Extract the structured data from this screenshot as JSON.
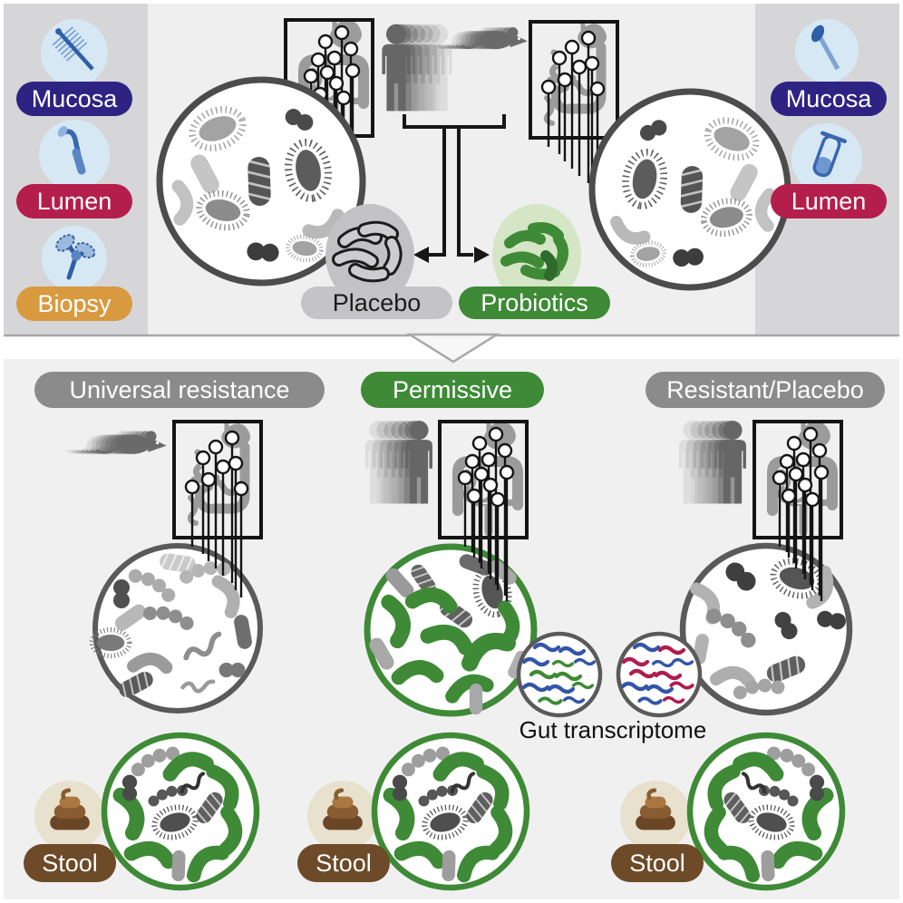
{
  "top_panel_left": {
    "items": [
      {
        "label": "Mucosa",
        "icon": "mucosal-brush-icon",
        "color": "#2e2382"
      },
      {
        "label": "Lumen",
        "icon": "lumen-catheter-icon",
        "color": "#b41e4d"
      },
      {
        "label": "Biopsy",
        "icon": "biopsy-forceps-icon",
        "color": "#d8993f"
      }
    ]
  },
  "top_panel_right": {
    "items": [
      {
        "label": "Mucosa",
        "icon": "swab-icon",
        "color": "#2e2382"
      },
      {
        "label": "Lumen",
        "icon": "test-tube-icon",
        "color": "#b41e4d"
      }
    ]
  },
  "top_center": {
    "placebo_label": "Placebo",
    "probiotics_label": "Probiotics",
    "subjects": [
      "humans",
      "mice"
    ]
  },
  "bottom": {
    "headers": [
      {
        "label": "Universal resistance",
        "color": "#8b8b8b"
      },
      {
        "label": "Permissive",
        "color": "#3e8a36"
      },
      {
        "label": "Resistant/Placebo",
        "color": "#8b8b8b"
      }
    ],
    "transcriptome_label": "Gut transcriptome",
    "stool_label": "Stool"
  },
  "colors": {
    "panel_gray": "#d6d6d8",
    "section_bg": "#efeff0",
    "navy": "#2e2382",
    "crimson": "#b41e4d",
    "orange": "#d8993f",
    "green": "#3e8a36",
    "probiotic_light_green": "#d4e6c6",
    "placebo_gray": "#c4c4c6",
    "stool_brown": "#6d4a28",
    "beige": "#e7e1ce",
    "squiggle_blue": "#3355a8",
    "squiggle_red": "#b01c4e"
  }
}
